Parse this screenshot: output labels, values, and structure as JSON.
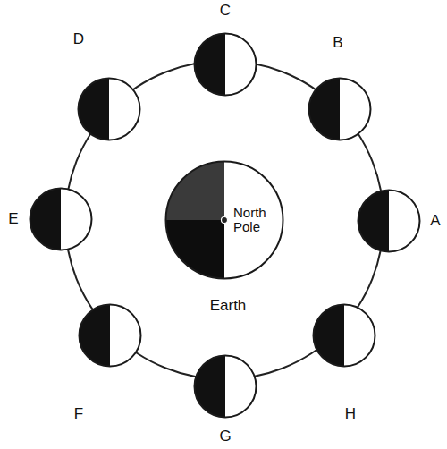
{
  "diagram": {
    "nodes": [
      {
        "text": [
          "C"
        ]
      },
      {
        "text": [
          "D"
        ]
      },
      {
        "text": [
          "B"
        ]
      },
      {
        "text": [
          "E"
        ]
      },
      {
        "text": [
          "North Pole",
          "Earth"
        ]
      },
      {
        "text": [
          "A"
        ]
      },
      {
        "text": [
          "F"
        ]
      },
      {
        "text": [
          "H"
        ]
      },
      {
        "text": [
          "G"
        ]
      }
    ]
  }
}
